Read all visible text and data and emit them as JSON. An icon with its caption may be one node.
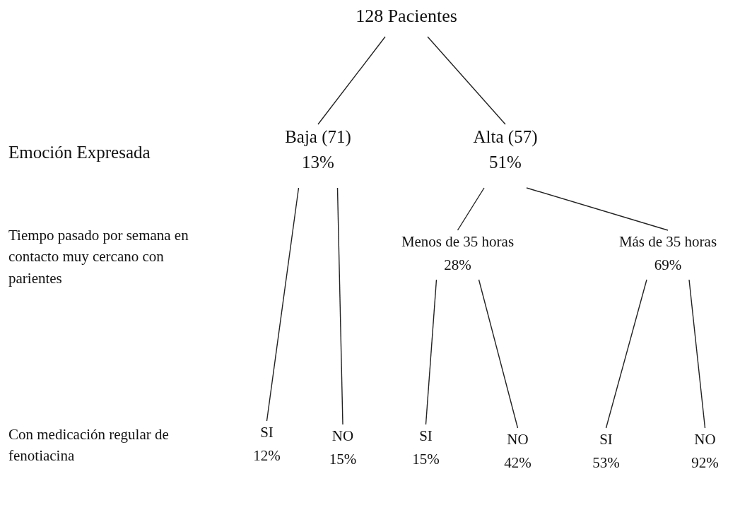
{
  "diagram": {
    "nodes": [
      {
        "text": [
          "128 Pacientes"
        ]
      },
      {
        "text": [
          "Baja (71)",
          "13%"
        ]
      },
      {
        "text": [
          "Alta (57)",
          "51%"
        ]
      },
      {
        "text": [
          "Menos de 35 horas",
          "28%"
        ]
      },
      {
        "text": [
          "Más de 35 horas",
          "69%"
        ]
      },
      {
        "text": [
          "SI",
          "12%"
        ]
      },
      {
        "text": [
          "NO",
          "15%"
        ]
      },
      {
        "text": [
          "SI",
          "15%"
        ]
      },
      {
        "text": [
          "NO",
          "42%"
        ]
      },
      {
        "text": [
          "SI",
          "53%"
        ]
      },
      {
        "text": [
          "NO",
          "92%"
        ]
      }
    ],
    "edges": [
      {
        "from": 0,
        "to": 1,
        "arrow": "none"
      },
      {
        "from": 0,
        "to": 2,
        "arrow": "none"
      },
      {
        "from": 1,
        "to": 5,
        "arrow": "none"
      },
      {
        "from": 1,
        "to": 6,
        "arrow": "none"
      },
      {
        "from": 2,
        "to": 3,
        "arrow": "none"
      },
      {
        "from": 2,
        "to": 4,
        "arrow": "none"
      },
      {
        "from": 3,
        "to": 7,
        "arrow": "none"
      },
      {
        "from": 3,
        "to": 8,
        "arrow": "none"
      },
      {
        "from": 4,
        "to": 9,
        "arrow": "none"
      },
      {
        "from": 4,
        "to": 10,
        "arrow": "none"
      }
    ],
    "labels": [
      "Emoción Expresada",
      "Tiempo pasado por semana en contacto muy cercano con parientes",
      "Con medicación regular de fenotiacina"
    ]
  }
}
